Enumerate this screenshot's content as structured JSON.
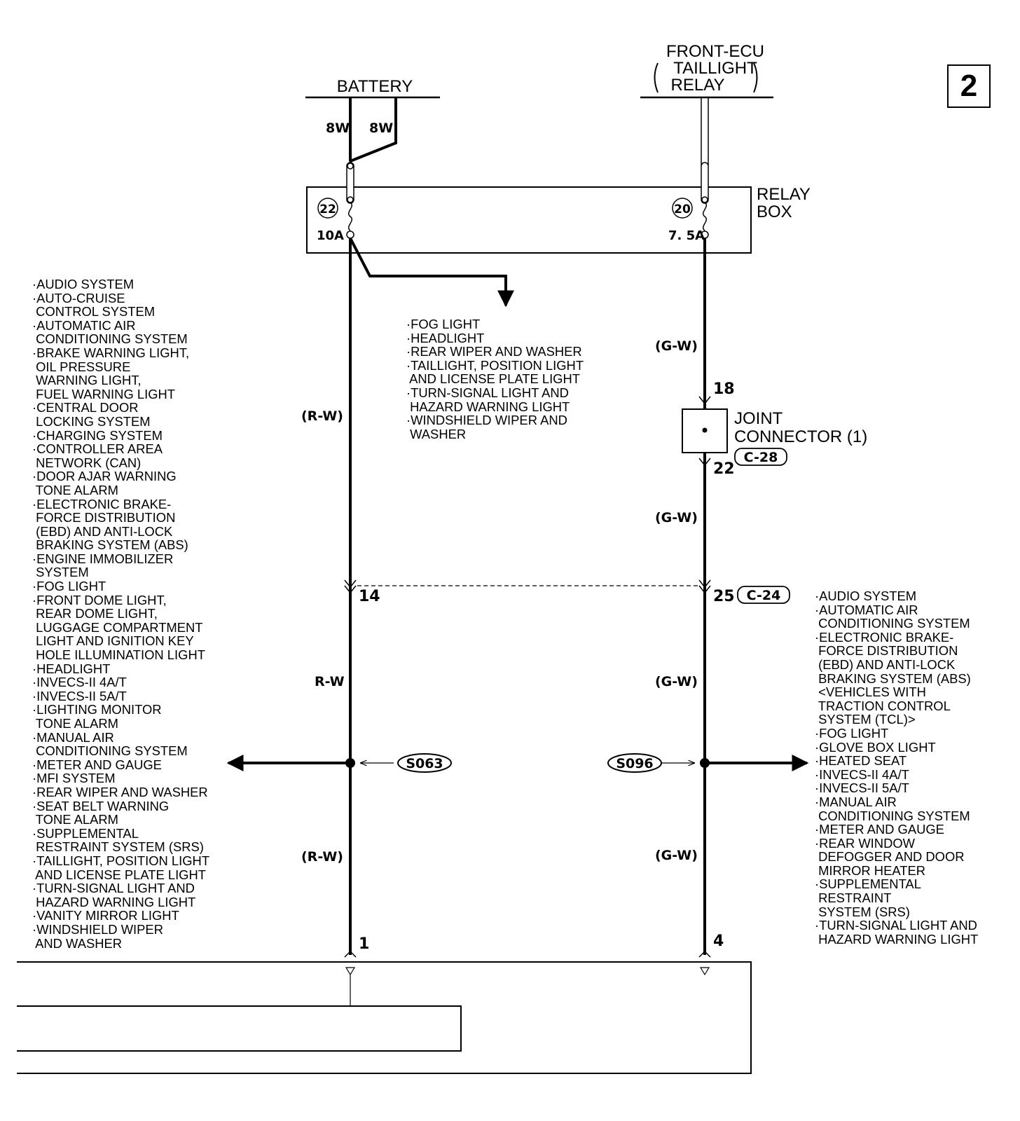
{
  "page_number": "2",
  "sources": {
    "battery": "BATTERY",
    "front_ecu": {
      "line1": "FRONT-ECU",
      "line2": "TAILLIGHT",
      "line3": "RELAY"
    }
  },
  "battery_wires": [
    "8W",
    "8W"
  ],
  "relay_box": {
    "label_line1": "RELAY",
    "label_line2": "BOX"
  },
  "fuses": [
    {
      "number": "22",
      "rating": "10A"
    },
    {
      "number": "20",
      "rating": "7. 5A"
    }
  ],
  "wire_colors": {
    "left_upper": "(R-W)",
    "left_middle": "R-W",
    "left_lower": "(R-W)",
    "right_1": "(G-W)",
    "right_2": "(G-W)",
    "right_3": "(G-W)",
    "right_4": "(G-W)"
  },
  "joint_connector": {
    "line1": "JOINT",
    "line2": "CONNECTOR (1)",
    "code": "C-28",
    "pin_top": "18",
    "pin_bottom": "22"
  },
  "connector_c24": {
    "code": "C-24",
    "pin_left": "14",
    "pin_right": "25"
  },
  "splices": {
    "left": "S063",
    "right": "S096"
  },
  "bottom_pins": {
    "left": "1",
    "right": "4"
  },
  "fuse22_branch": [
    "·FOG LIGHT",
    "·HEADLIGHT",
    "·REAR WIPER AND WASHER",
    "·TAILLIGHT, POSITION LIGHT",
    " AND LICENSE PLATE LIGHT",
    "·TURN-SIGNAL LIGHT AND",
    " HAZARD WARNING LIGHT",
    "·WINDSHIELD WIPER AND",
    " WASHER"
  ],
  "s063_branch": [
    "·AUDIO SYSTEM",
    "·AUTO-CRUISE",
    " CONTROL SYSTEM",
    "·AUTOMATIC AIR",
    " CONDITIONING SYSTEM",
    "·BRAKE WARNING LIGHT,",
    " OIL PRESSURE",
    " WARNING LIGHT,",
    " FUEL WARNING LIGHT",
    "·CENTRAL DOOR",
    " LOCKING SYSTEM",
    "·CHARGING SYSTEM",
    "·CONTROLLER AREA",
    " NETWORK (CAN)",
    "·DOOR AJAR WARNING",
    " TONE ALARM",
    "·ELECTRONIC BRAKE-",
    " FORCE DISTRIBUTION",
    " (EBD) AND ANTI-LOCK",
    " BRAKING SYSTEM (ABS)",
    "·ENGINE IMMOBILIZER",
    " SYSTEM",
    "·FOG LIGHT",
    "·FRONT DOME LIGHT,",
    " REAR DOME LIGHT,",
    " LUGGAGE COMPARTMENT",
    " LIGHT AND IGNITION KEY",
    " HOLE ILLUMINATION LIGHT",
    "·HEADLIGHT",
    "·INVECS-II 4A/T",
    "·INVECS-II 5A/T",
    "·LIGHTING MONITOR",
    " TONE ALARM",
    "·MANUAL AIR",
    " CONDITIONING SYSTEM",
    "·METER AND GAUGE",
    "·MFI SYSTEM",
    "·REAR WIPER AND WASHER",
    "·SEAT BELT WARNING",
    " TONE ALARM",
    "·SUPPLEMENTAL",
    " RESTRAINT SYSTEM (SRS)",
    "·TAILLIGHT, POSITION LIGHT",
    " AND LICENSE PLATE LIGHT",
    "·TURN-SIGNAL LIGHT AND",
    " HAZARD WARNING LIGHT",
    "·VANITY MIRROR LIGHT",
    "·WINDSHIELD WIPER",
    " AND WASHER"
  ],
  "s096_branch": [
    "·AUDIO SYSTEM",
    "·AUTOMATIC AIR",
    " CONDITIONING SYSTEM",
    "·ELECTRONIC BRAKE-",
    " FORCE DISTRIBUTION",
    " (EBD) AND ANTI-LOCK",
    " BRAKING SYSTEM (ABS)",
    " <VEHICLES WITH",
    " TRACTION CONTROL",
    " SYSTEM (TCL)>",
    "·FOG LIGHT",
    "·GLOVE BOX LIGHT",
    "·HEATED SEAT",
    "·INVECS-II 4A/T",
    "·INVECS-II 5A/T",
    "·MANUAL AIR",
    " CONDITIONING SYSTEM",
    "·METER AND GAUGE",
    "·REAR WINDOW",
    " DEFOGGER AND DOOR",
    " MIRROR HEATER",
    "·SUPPLEMENTAL",
    " RESTRAINT",
    " SYSTEM (SRS)",
    "·TURN-SIGNAL LIGHT AND",
    " HAZARD WARNING LIGHT"
  ]
}
